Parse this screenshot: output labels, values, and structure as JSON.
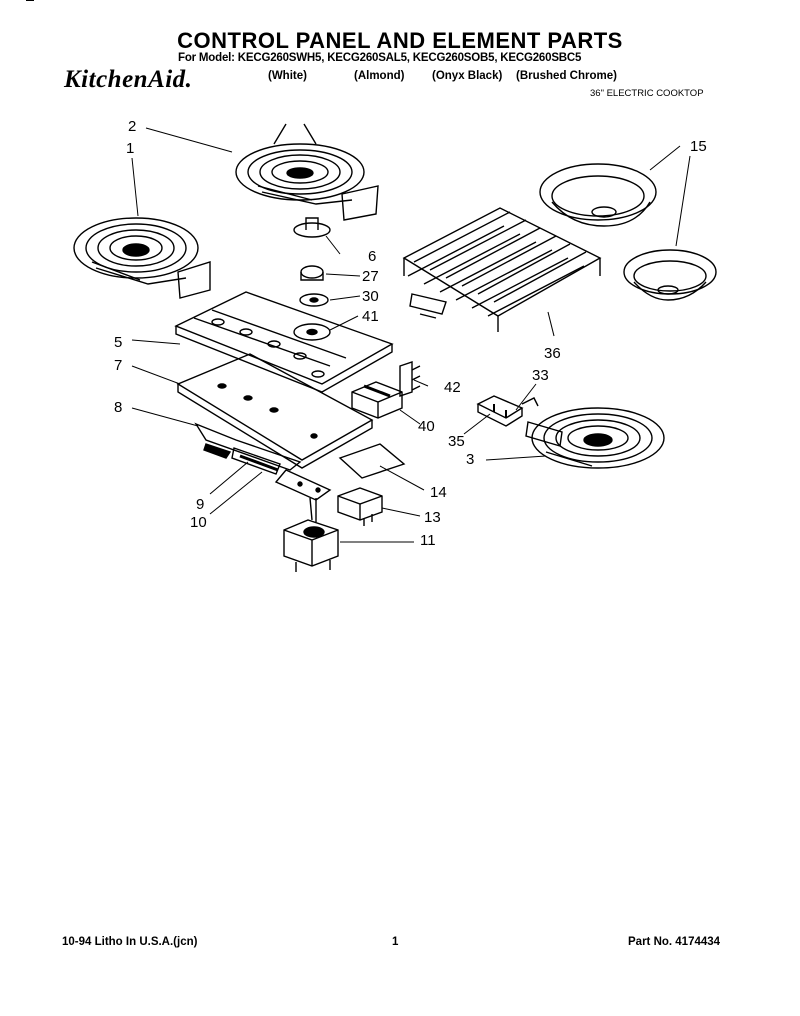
{
  "header": {
    "title": "CONTROL PANEL AND ELEMENT PARTS",
    "models_line": "For Model: KECG260SWH5, KECG260SAL5, KECG260SOB5, KECG260SBC5",
    "brand": "KitchenAid.",
    "colors": [
      "(White)",
      "(Almond)",
      "(Onyx Black)",
      "(Brushed Chrome)"
    ],
    "subtitle": "36\" ELECTRIC COOKTOP"
  },
  "callouts": [
    "1",
    "2",
    "3",
    "5",
    "6",
    "7",
    "8",
    "9",
    "10",
    "11",
    "13",
    "14",
    "15",
    "27",
    "30",
    "33",
    "35",
    "36",
    "40",
    "41",
    "42"
  ],
  "footer": {
    "left": "10-94 Litho In U.S.A.(jcn)",
    "page": "1",
    "part_no": "Part No. 4174434"
  }
}
